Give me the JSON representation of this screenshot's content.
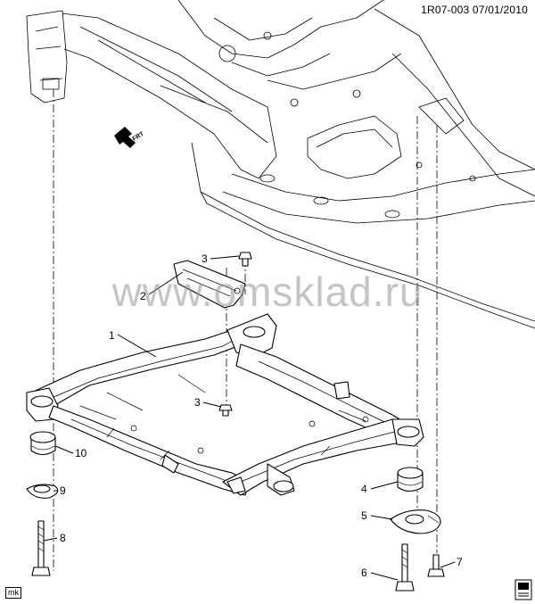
{
  "header": {
    "code": "1R07-003 07/01/2010"
  },
  "watermark": "www.omsklad.ru",
  "corner_tag": "mk",
  "frt_label": "FRT",
  "callouts": [
    "1",
    "2",
    "3",
    "3",
    "4",
    "5",
    "6",
    "7",
    "8",
    "9",
    "10"
  ]
}
